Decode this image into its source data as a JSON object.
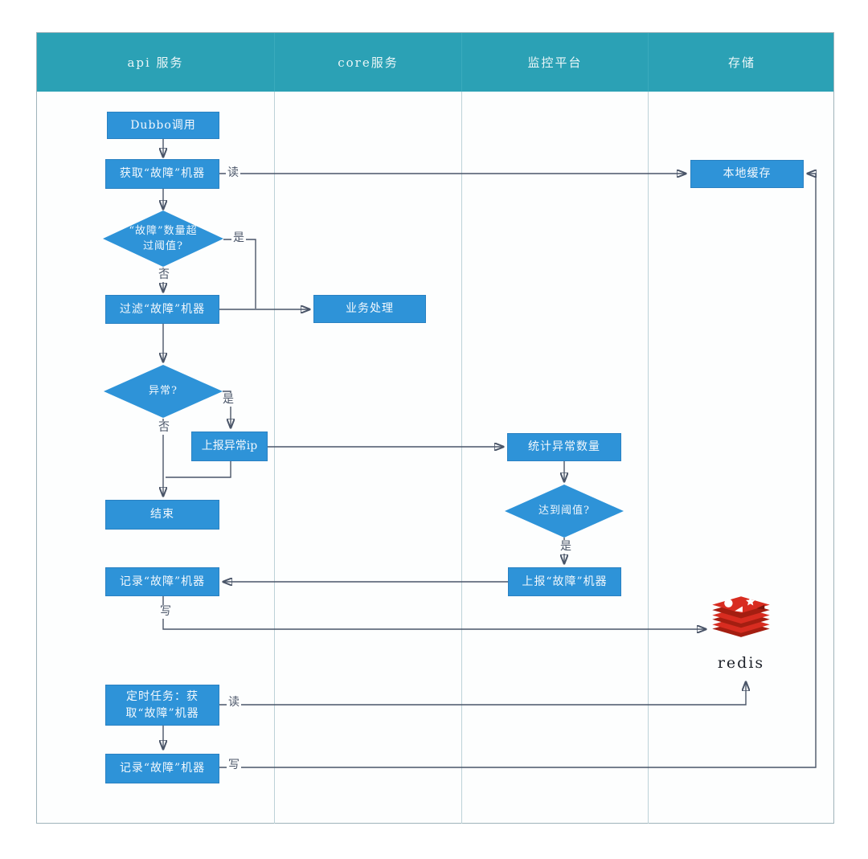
{
  "diagram": {
    "title": "fault-machine-detection-flow",
    "lanes": [
      {
        "label": "api 服务"
      },
      {
        "label": "core服务"
      },
      {
        "label": "监控平台"
      },
      {
        "label": "存储"
      }
    ],
    "nodes": {
      "dubbo_call": "Dubbo调用",
      "get_fault_machines": "获取“故障”机器",
      "local_cache": "本地缓存",
      "fault_count_over_threshold": "“故障”数量超过阈值?",
      "filter_fault_machines": "过滤“故障”机器",
      "business_process": "业务处理",
      "is_exception": "异常?",
      "report_exception_ip": "上报异常ip",
      "end": "结束",
      "count_exceptions": "统计异常数量",
      "reach_threshold": "达到阈值?",
      "report_fault_machines": "上报“故障”机器",
      "record_fault_machines": "记录“故障”机器",
      "timer_get_fault_machines": "定时任务：获取“故障”机器",
      "record_fault_machines_2": "记录“故障”机器",
      "redis": "redis"
    },
    "edge_labels": {
      "read_1": "读",
      "yes_1": "是",
      "no_1": "否",
      "yes_2": "是",
      "no_2": "否",
      "yes_3": "是",
      "write_1": "写",
      "read_2": "读",
      "write_2": "写"
    },
    "colors": {
      "header_bg": "#2ba1b5",
      "node_fill": "#2e93d8",
      "edge_stroke": "#4a5568",
      "lane_border": "#bdd2d8",
      "redis_red": "#d82c20",
      "redis_dark_red": "#a41e11"
    }
  }
}
